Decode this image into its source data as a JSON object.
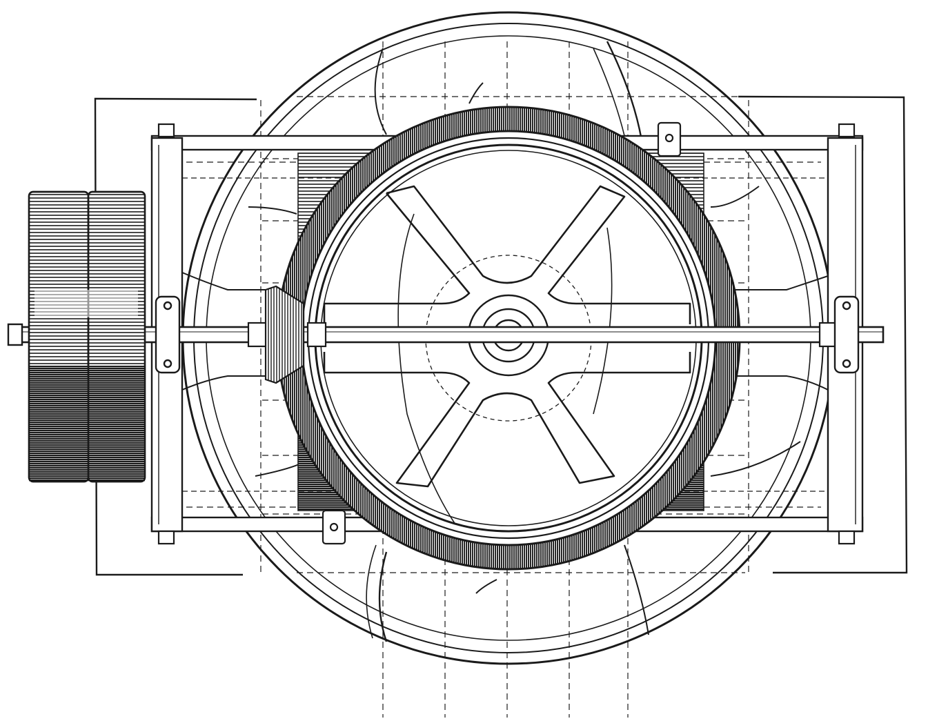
{
  "figure": {
    "title": "",
    "caption": "",
    "style": "engraving",
    "ink_color": "#1a1a1a",
    "paper_color": "#ffffff"
  },
  "components": [
    "base-plate",
    "main-frame",
    "large-wheel",
    "bevel-gear-ring",
    "spoked-inner-wheel",
    "hub",
    "shaft",
    "pinion-gear",
    "drive-pulley",
    "bearing-block-left",
    "bearing-block-right",
    "corner-bolt",
    "field-coil-block",
    "construction-lines"
  ]
}
